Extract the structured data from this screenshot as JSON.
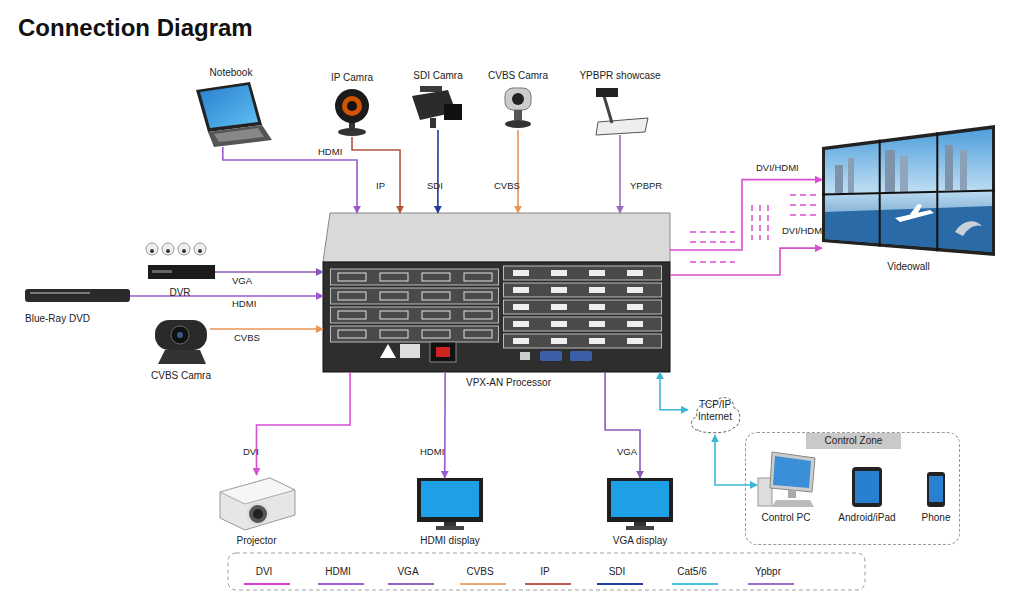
{
  "diagram": {
    "title": "Connection Diagram",
    "nodes": [
      {
        "text": [
          "Notebook"
        ]
      },
      {
        "text": [
          "IP Camra"
        ]
      },
      {
        "text": [
          "SDI Camra"
        ]
      },
      {
        "text": [
          "CVBS Camra"
        ]
      },
      {
        "text": [
          "YPBPR showcase"
        ]
      },
      {
        "text": [
          "Videowall"
        ]
      },
      {
        "text": [
          "DVR"
        ]
      },
      {
        "text": [
          "Blue-Ray DVD"
        ]
      },
      {
        "text": [
          "CVBS Camra"
        ]
      },
      {
        "text": [
          "VPX-AN Processor"
        ]
      },
      {
        "text": [
          "TCP/IP Internet"
        ]
      },
      {
        "text": [
          "Control Zone"
        ]
      },
      {
        "text": [
          "Control PC"
        ],
        "in": 11
      },
      {
        "text": [
          "Android/iPad"
        ],
        "in": 11
      },
      {
        "text": [
          "Phone"
        ],
        "in": 11
      },
      {
        "text": [
          "Projector"
        ]
      },
      {
        "text": [
          "HDMI display"
        ]
      },
      {
        "text": [
          "VGA display"
        ]
      }
    ],
    "edges": [
      {
        "from": 0,
        "to": 9,
        "label": "HDMI",
        "arrow": "to"
      },
      {
        "from": 1,
        "to": 9,
        "label": "IP",
        "arrow": "to"
      },
      {
        "from": 2,
        "to": 9,
        "label": "SDI",
        "arrow": "to"
      },
      {
        "from": 3,
        "to": 9,
        "label": "CVBS",
        "arrow": "to"
      },
      {
        "from": 4,
        "to": 9,
        "label": "YPBPR",
        "arrow": "to"
      },
      {
        "from": 6,
        "to": 9,
        "label": "VGA",
        "arrow": "to"
      },
      {
        "from": 7,
        "to": 9,
        "label": "HDMI",
        "arrow": "to"
      },
      {
        "from": 8,
        "to": 9,
        "label": "CVBS",
        "arrow": "to"
      },
      {
        "from": 9,
        "to": 5,
        "label": "DVI/HDMI",
        "arrow": "to"
      },
      {
        "from": 9,
        "to": 5,
        "label": "DVI/HDMI",
        "arrow": "to"
      },
      {
        "from": 9,
        "to": 15,
        "label": "DVI",
        "arrow": "to"
      },
      {
        "from": 9,
        "to": 16,
        "label": "HDMI",
        "arrow": "to"
      },
      {
        "from": 9,
        "to": 17,
        "label": "VGA",
        "arrow": "to"
      },
      {
        "from": 9,
        "to": 10,
        "arrow": "both"
      },
      {
        "from": 10,
        "to": 12,
        "arrow": "both"
      }
    ],
    "legend": [
      {
        "text": "DVI"
      },
      {
        "text": "HDMI"
      },
      {
        "text": "VGA"
      },
      {
        "text": "CVBS"
      },
      {
        "text": "IP"
      },
      {
        "text": "SDI"
      },
      {
        "text": "Cat5/6"
      },
      {
        "text": "Ypbpr"
      }
    ]
  }
}
